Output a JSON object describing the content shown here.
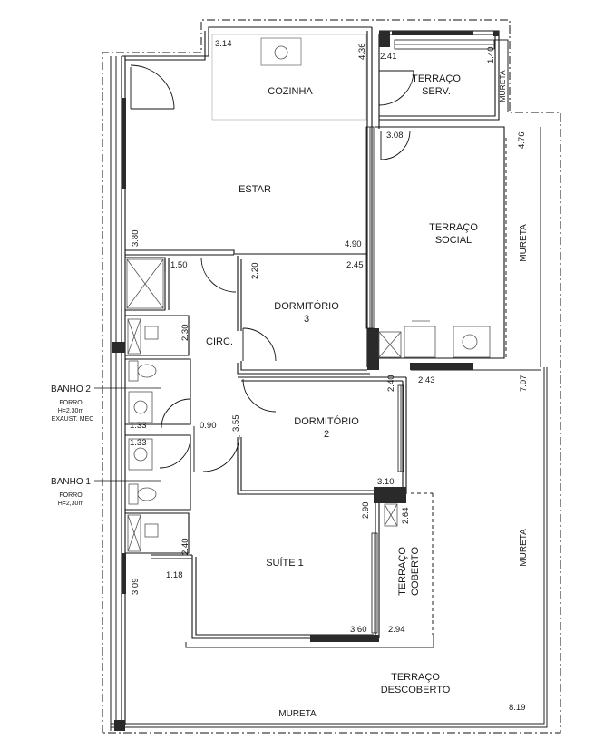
{
  "rooms": {
    "cozinha": "COZINHA",
    "terraco_serv_1": "TERRAÇO",
    "terraco_serv_2": "SERV.",
    "estar": "ESTAR",
    "terraco_social_1": "TERRAÇO",
    "terraco_social_2": "SOCIAL",
    "dormitorio3_1": "DORMITÓRIO",
    "dormitorio3_2": "3",
    "circ": "CIRC.",
    "dormitorio2_1": "DORMITÓRIO",
    "dormitorio2_2": "2",
    "suite1": "SUÍTE 1",
    "terraco_coberto_1": "TERRAÇO",
    "terraco_coberto_2": "COBERTO",
    "terraco_descoberto_1": "TERRAÇO",
    "terraco_descoberto_2": "DESCOBERTO"
  },
  "mureta": "MURETA",
  "banho2": {
    "label": "BANHO 2",
    "note1": "FORRO",
    "note2": "H=2,30m",
    "note3": "EXAUST. MEC"
  },
  "banho1": {
    "label": "BANHO 1",
    "note1": "FORRO",
    "note2": "H=2,30m"
  },
  "dimensions": {
    "d314": "3.14",
    "d436": "4.36",
    "d241": "2.41",
    "d140": "1.40",
    "d308": "3.08",
    "d476": "4.76",
    "d380": "3.80",
    "d490": "4.90",
    "d150": "1.50",
    "d220": "2.20",
    "d245": "2.45",
    "d230": "2.30",
    "d240a": "2.40",
    "d243": "2.43",
    "d707": "7.07",
    "d133a": "1.33",
    "d090": "0.90",
    "d355": "3.55",
    "d133b": "1.33",
    "d310": "3.10",
    "d290": "2.90",
    "d264": "2.64",
    "d240b": "2.40",
    "d309": "3.09",
    "d118": "1.18",
    "d360": "3.60",
    "d294": "2.94",
    "d819": "8.19"
  }
}
